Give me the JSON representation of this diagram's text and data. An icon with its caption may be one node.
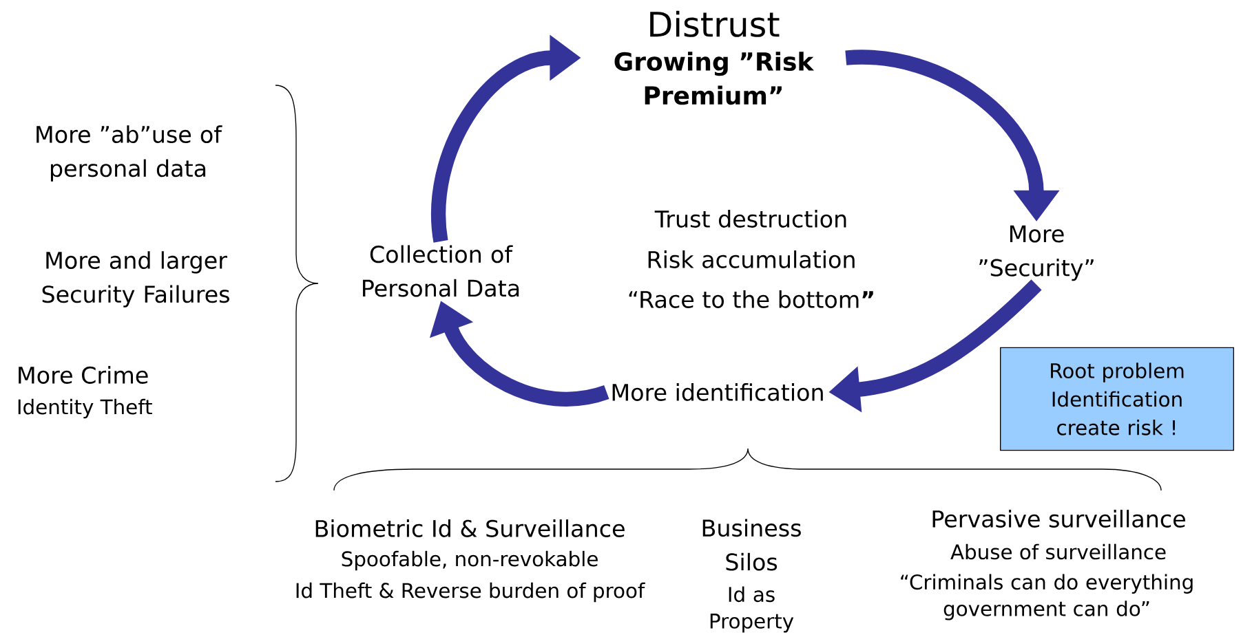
{
  "diagram": {
    "nodes": [
      {
        "text": [
          "Distrust",
          "Growing ”Risk Premium”"
        ]
      },
      {
        "text": [
          "Collection of Personal Data"
        ]
      },
      {
        "text": [
          "More ”Security”"
        ]
      },
      {
        "text": [
          "More identification"
        ]
      },
      {
        "text": [
          "Root problem Identification create risk !"
        ]
      }
    ],
    "edges": [
      {
        "from": 1,
        "to": 0,
        "arrow": "to"
      },
      {
        "from": 0,
        "to": 2,
        "arrow": "to"
      },
      {
        "from": 2,
        "to": 3,
        "arrow": "to"
      },
      {
        "from": 3,
        "to": 1,
        "arrow": "to"
      }
    ],
    "labels": [
      "More ”ab”use of personal data",
      "More and larger Security Failures",
      "More Crime",
      "Identity Theft",
      "Trust destruction",
      "Risk accumulation",
      "“Race to the bottom**”**",
      "Biometric Id & Surveillance",
      "Spoofable, non-revokable",
      "Id Theft & Reverse burden of proof",
      "Business Silos",
      "Id as Property",
      "Pervasive surveillance",
      "Abuse of surveillance",
      "“Criminals can do everything government can do”"
    ]
  }
}
